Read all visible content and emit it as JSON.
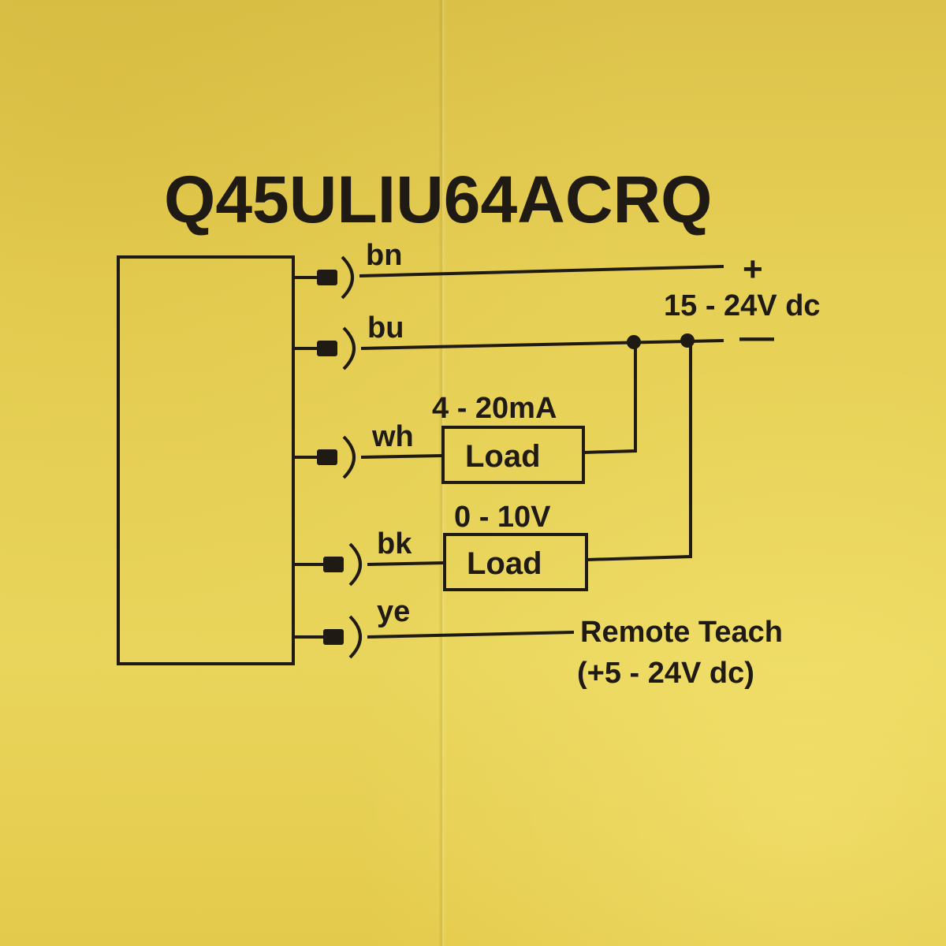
{
  "model": "Q45ULIU64ACRQ",
  "wires": {
    "bn": "bn",
    "bu": "bu",
    "wh": "wh",
    "bk": "bk",
    "ye": "ye"
  },
  "supply": {
    "plus": "+",
    "voltage": "15 - 24V dc",
    "minus": "—"
  },
  "outputs": {
    "current_range": "4 - 20mA",
    "current_load": "Load",
    "voltage_range": "0 - 10V",
    "voltage_load": "Load"
  },
  "remote_teach": {
    "line1": "Remote Teach",
    "line2": "(+5 - 24V dc)"
  },
  "colors": {
    "label_background": "#e6cf55",
    "ink": "#1f1a14"
  }
}
